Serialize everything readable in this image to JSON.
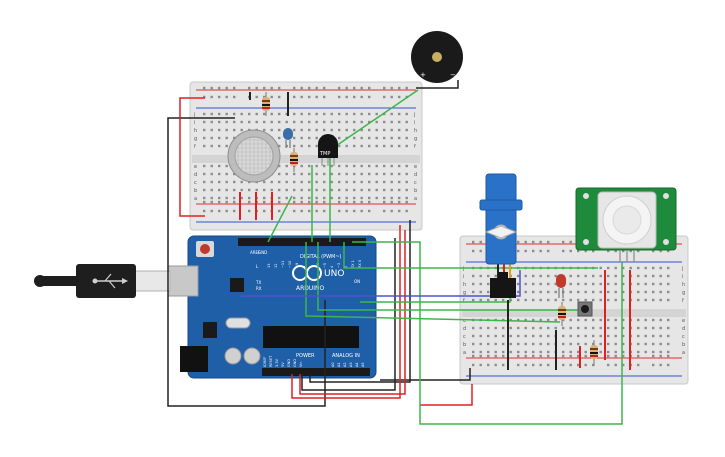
{
  "arduino": {
    "brand": "ARDUINO",
    "model": "UNO",
    "digital_header": "DIGITAL (PWM~)",
    "power_header": "POWER",
    "analog_header": "ANALOG IN",
    "aref": "AREF",
    "gnd": "GND",
    "tx": "TX",
    "rx": "RX",
    "led_l": "L",
    "on": "ON",
    "digital_pins": [
      "13",
      "12",
      "~11",
      "~10",
      "~9",
      "8",
      "7",
      "~6",
      "~5",
      "4",
      "~3",
      "2",
      "TX 1",
      "RX 0"
    ],
    "power_pins": [
      "IOREF",
      "RESET",
      "3.3V",
      "5V",
      "GND",
      "GND",
      "Vin"
    ],
    "analog_pins": [
      "A0",
      "A1",
      "A2",
      "A3",
      "A4",
      "A5"
    ]
  },
  "tmp_sensor": {
    "label": "TMP"
  },
  "buzzer": {
    "plus": "+",
    "minus": "−"
  },
  "breadboard_left": {
    "row_labels_top": [
      "j",
      "i",
      "h",
      "g",
      "f"
    ],
    "row_labels_bottom": [
      "e",
      "d",
      "c",
      "b",
      "a"
    ]
  },
  "breadboard_right": {
    "row_labels_top": [
      "j",
      "i",
      "h",
      "g",
      "f"
    ],
    "row_labels_bottom": [
      "e",
      "d",
      "c",
      "b",
      "a"
    ]
  },
  "colors": {
    "wire_green": "#3cb54a",
    "wire_red": "#e02020",
    "wire_black": "#222222",
    "arduino_blue": "#1f5fa8",
    "pir_green": "#1e8a3c",
    "servo_blue": "#2a72c8"
  }
}
